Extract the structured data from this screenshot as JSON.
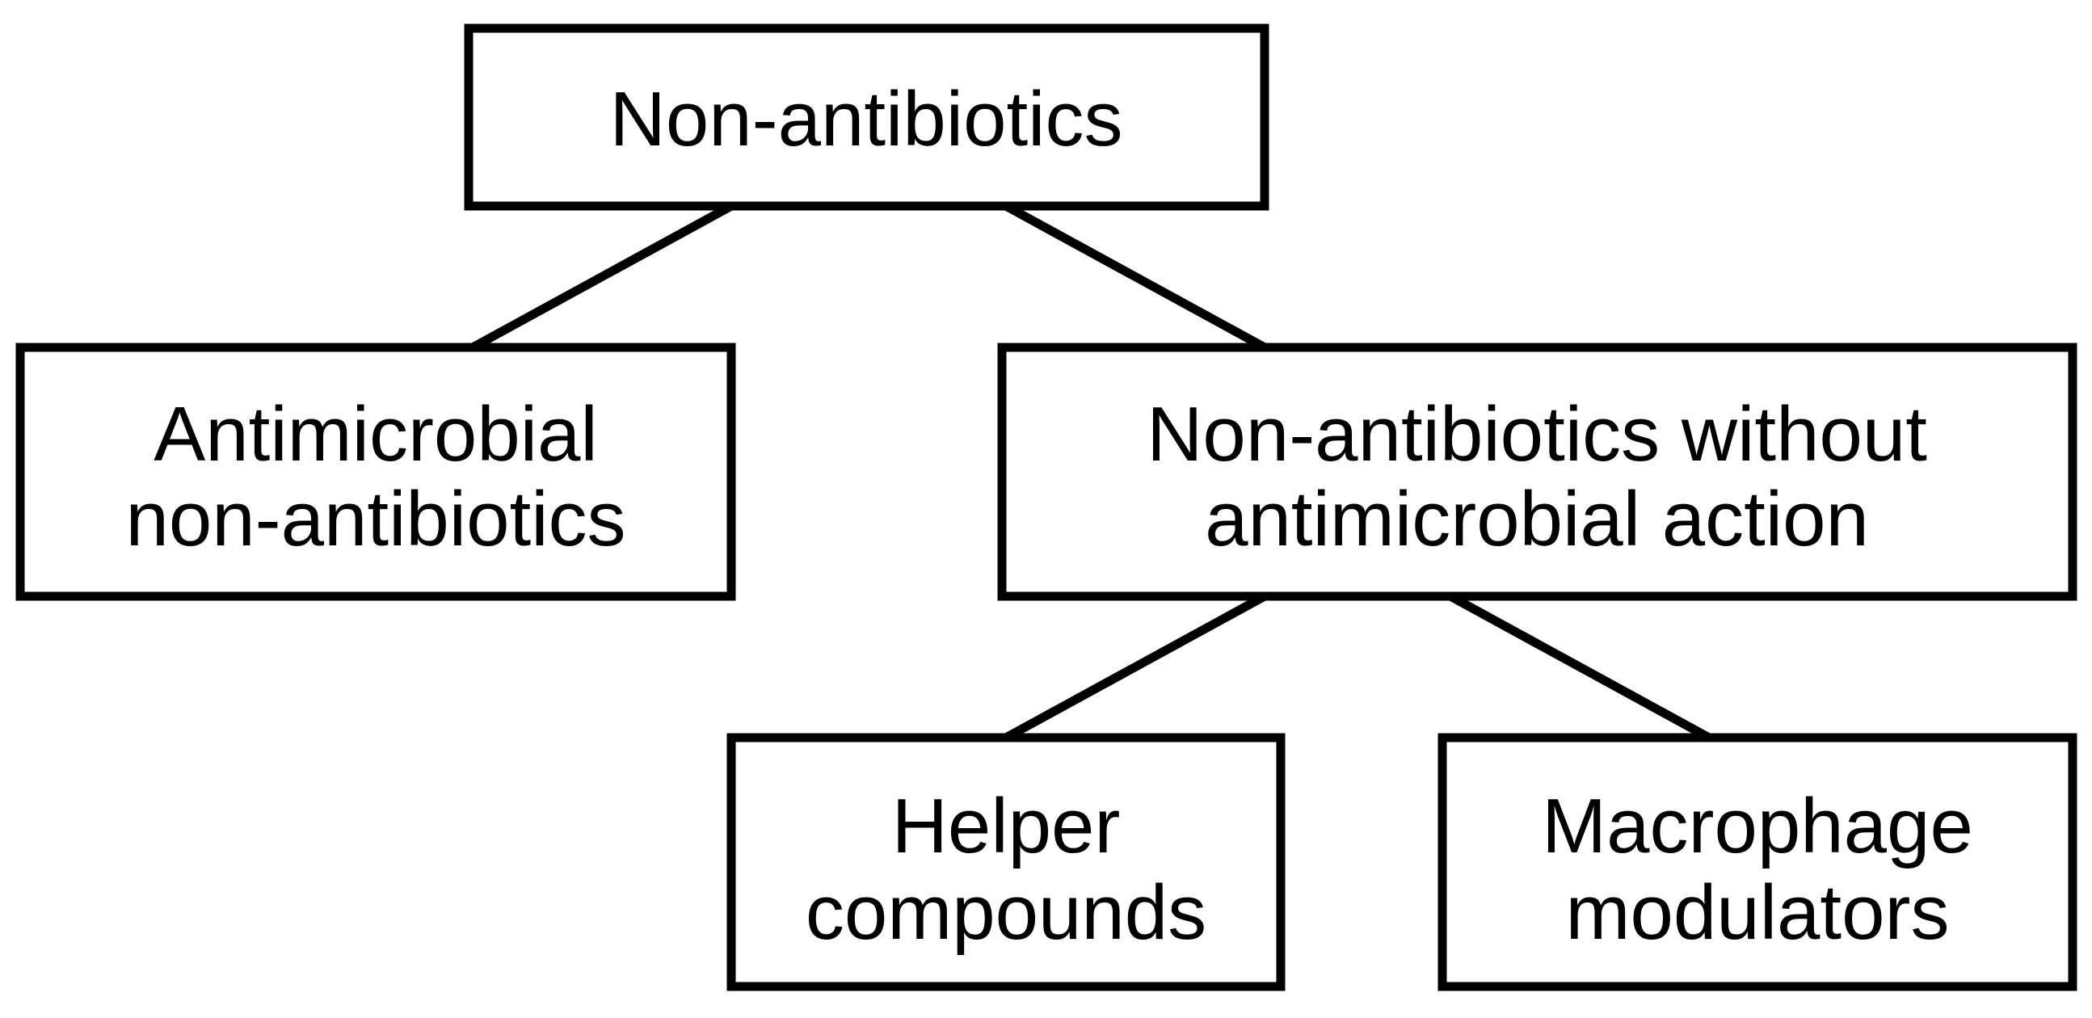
{
  "diagram": {
    "nodes": {
      "root": {
        "lines": [
          "Non-antibiotics"
        ]
      },
      "antimicrobial": {
        "lines": [
          "Antimicrobial",
          "non-antibiotics"
        ]
      },
      "without_action": {
        "lines": [
          "Non-antibiotics without",
          "antimicrobial action"
        ]
      },
      "helper": {
        "lines": [
          "Helper",
          "compounds"
        ]
      },
      "macrophage": {
        "lines": [
          "Macrophage",
          "modulators"
        ]
      }
    },
    "edges": [
      {
        "from": "root",
        "to": "antimicrobial"
      },
      {
        "from": "root",
        "to": "without_action"
      },
      {
        "from": "without_action",
        "to": "helper"
      },
      {
        "from": "without_action",
        "to": "macrophage"
      }
    ]
  }
}
